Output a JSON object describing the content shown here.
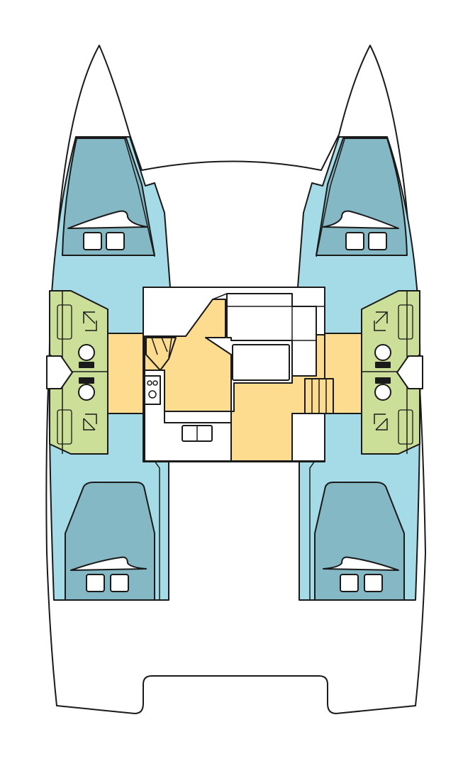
{
  "diagram": {
    "type": "catamaran-layout-plan",
    "colors": {
      "hull_outline": "#1a1a1a",
      "background": "#ffffff",
      "cabin_light": "#a5dbe6",
      "bunk_dark": "#85b8c5",
      "head_green": "#cbdf98",
      "salon_yellow": "#fddb8f",
      "furniture_white": "#ffffff"
    },
    "zones": [
      {
        "id": "forward-cabin-port",
        "kind": "cabin"
      },
      {
        "id": "forward-cabin-starboard",
        "kind": "cabin"
      },
      {
        "id": "aft-cabin-port",
        "kind": "cabin"
      },
      {
        "id": "aft-cabin-starboard",
        "kind": "cabin"
      },
      {
        "id": "head-port",
        "kind": "bathroom"
      },
      {
        "id": "head-starboard",
        "kind": "bathroom"
      },
      {
        "id": "salon",
        "kind": "living"
      },
      {
        "id": "galley",
        "kind": "kitchen"
      }
    ],
    "icons": [
      "pillow-pair-icon",
      "toilet-icon",
      "shower-icon",
      "stove-icon",
      "sink-icon",
      "stairs-icon",
      "sofa-icon"
    ]
  }
}
